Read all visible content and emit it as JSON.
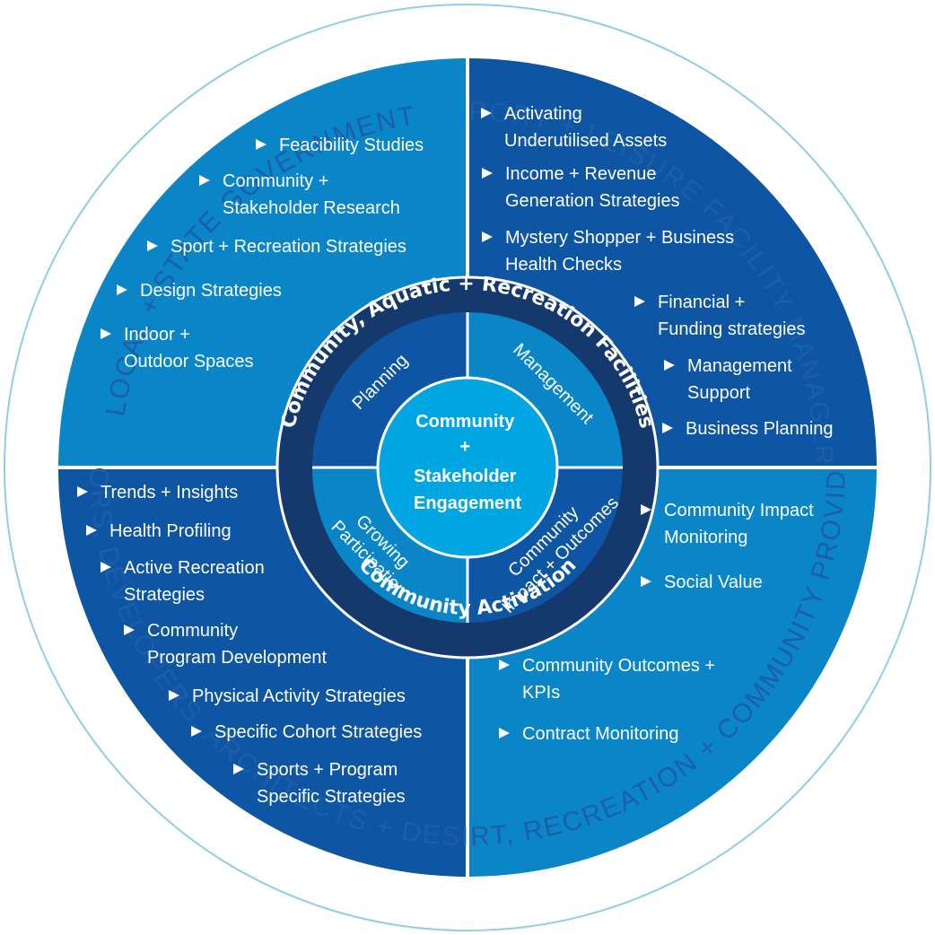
{
  "outer_ring": {
    "top_left": "LOCAL + STATE GOVERNMENT",
    "top_right": "SPORT + LEISURE FACILITY MANAGERS",
    "bottom_left": "INVESTORS, DEVELOPERS, ARCHITECTS + DESIGNERS",
    "bottom_right": "SPORT, RECREATION + COMMUNITY PROVIDERS"
  },
  "band": {
    "top": "Community, Aquatic + Recreation Facilities",
    "bottom": "Community Activation"
  },
  "segments": {
    "top_left": "Planning",
    "top_right": "Management",
    "bottom_left": [
      "Growing",
      "Participation"
    ],
    "bottom_right": [
      "Community",
      "Impact + Outcomes"
    ]
  },
  "center": [
    "Community",
    "+",
    "Stakeholder",
    "Engagement"
  ],
  "quadrants": {
    "top_left": [
      [
        "Feacibility Studies"
      ],
      [
        "Community +",
        "Stakeholder Research"
      ],
      [
        "Sport + Recreation Strategies"
      ],
      [
        "Design Strategies"
      ],
      [
        "Indoor +",
        "Outdoor Spaces"
      ]
    ],
    "top_right": [
      [
        "Activating",
        "Underutilised Assets"
      ],
      [
        "Income + Revenue",
        "Generation Strategies"
      ],
      [
        "Mystery Shopper + Business",
        "Health Checks"
      ],
      [
        "Financial +",
        "Funding strategies"
      ],
      [
        "Management",
        "Support"
      ],
      [
        "Business Planning"
      ]
    ],
    "bottom_left": [
      [
        "Trends + Insights"
      ],
      [
        "Health Profiling"
      ],
      [
        "Active Recreation",
        "Strategies"
      ],
      [
        "Community",
        "Program Development"
      ],
      [
        "Physical Activity Strategies"
      ],
      [
        "Specific Cohort Strategies"
      ],
      [
        "Sports + Program",
        "Specific Strategies"
      ]
    ],
    "bottom_right": [
      [
        "Community Impact",
        "Monitoring"
      ],
      [
        "Social Value"
      ],
      [
        "Community Outcomes +",
        "KPIs"
      ],
      [
        "Contract Monitoring"
      ]
    ]
  },
  "colors": {
    "quadrant_top_left": "#0a86c8",
    "quadrant_top_right": "#0e55a3",
    "quadrant_bottom_left": "#0e55a3",
    "quadrant_bottom_right": "#0a86c8",
    "band": "#16396d",
    "center": "#00a6e2",
    "ring_text": "#1d5ea8",
    "ring_line": "#8fcde8"
  }
}
